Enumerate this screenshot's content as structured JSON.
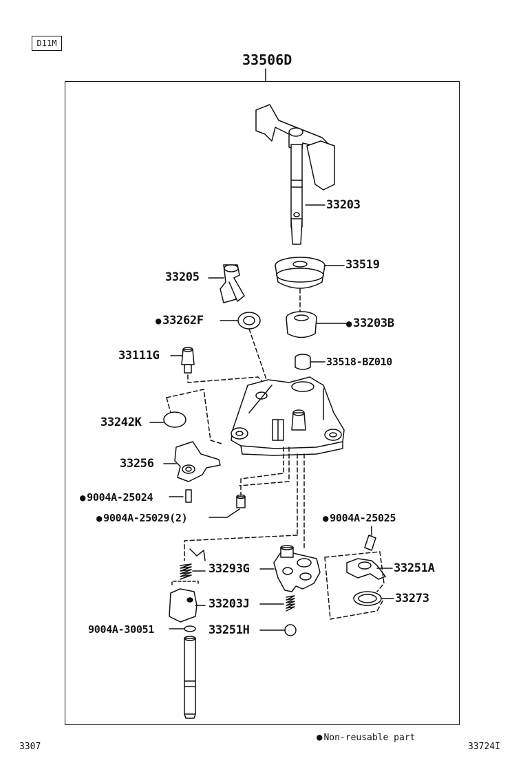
{
  "header": {
    "code": "D11M",
    "assembly_number": "33506D"
  },
  "parts": {
    "p33203": "33203",
    "p33519": "33519",
    "p33205": "33205",
    "p33262F": "33262F",
    "p33203B": "33203B",
    "p33111G": "33111G",
    "p33518": "33518-BZ010",
    "p33242K": "33242K",
    "p33256": "33256",
    "p9004A25024": "9004A-25024",
    "p9004A25029": "9004A-25029(2)",
    "p9004A25025": "9004A-25025",
    "p33293G": "33293G",
    "p33251A": "33251A",
    "p33203J": "33203J",
    "p33273": "33273",
    "p9004A30051": "9004A-30051",
    "p33251H": "33251H"
  },
  "legend": {
    "non_reusable": "Non-reusable part"
  },
  "footer": {
    "left_code": "3307",
    "right_code": "33724I"
  }
}
